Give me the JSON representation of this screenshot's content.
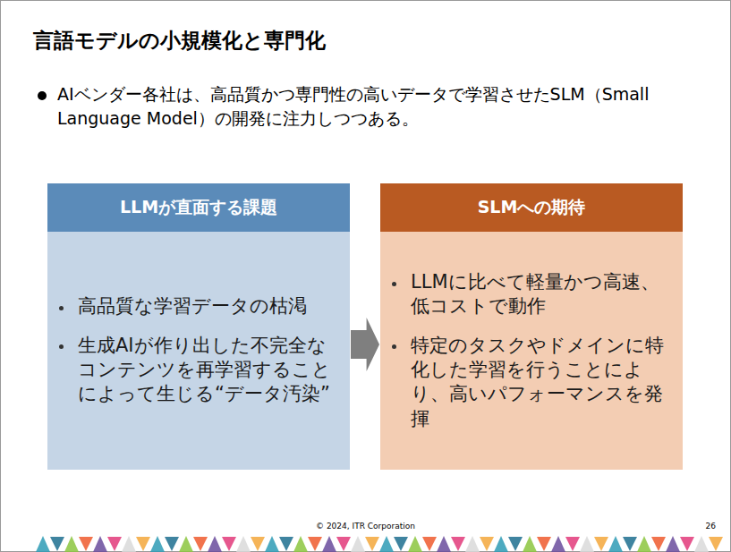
{
  "diagram": {
    "title": "言語モデルの小規模化と専門化",
    "nodes": [
      {
        "text": [
          "LLMが直面する課題",
          "高品質な学習データの枯渇",
          "生成AIが作り出した不完全なコンテンツを再学習することによって生じる“データ汚染”"
        ]
      },
      {
        "text": [
          "SLMへの期待",
          "LLMに比べて軽量かつ高速、低コストで動作",
          "特定のタスクやドメインに特化した学習を行うことにより、高いパフォーマンスを発揮"
        ]
      }
    ],
    "edges": [
      {
        "from": 0,
        "to": 1,
        "arrow": "to"
      }
    ],
    "labels": [
      "AIベンダー各社は、高品質かつ専門性の高いデータで学習させたSLM（Small Language Model）の開発に注力しつつある。",
      "© 2024, ITR Corporation",
      "26"
    ]
  }
}
